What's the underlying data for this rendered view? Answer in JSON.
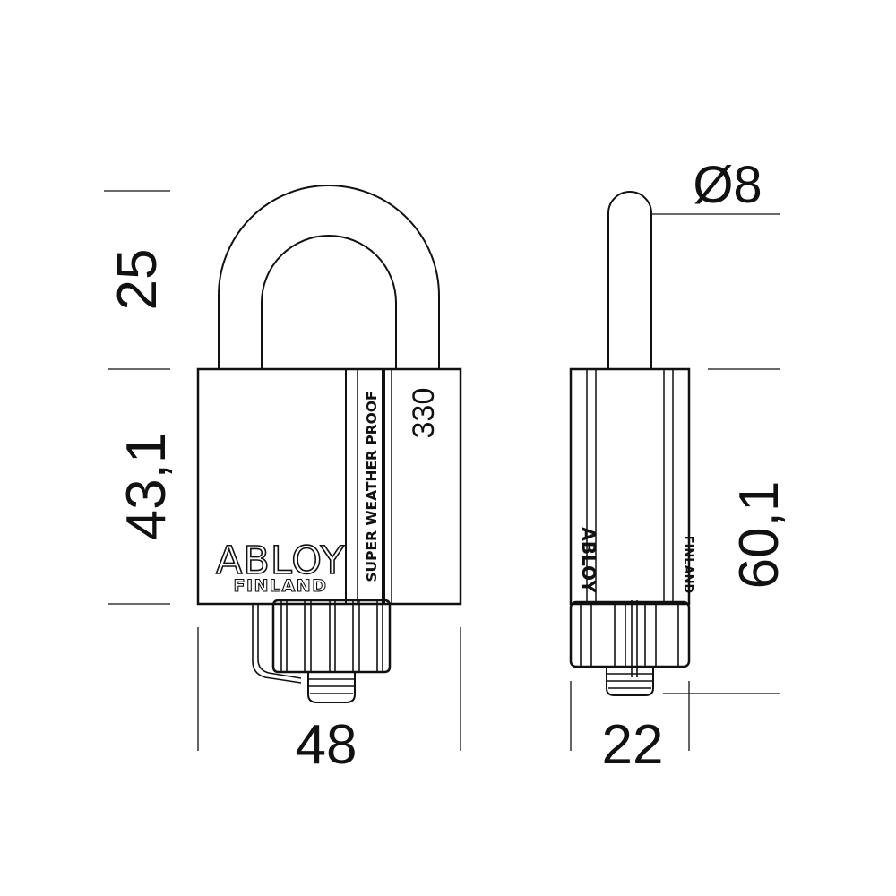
{
  "dimensions": {
    "shackle_height": "25",
    "body_height": "43,1",
    "body_width": "48",
    "shackle_diameter": "Ø8",
    "side_height": "60,1",
    "side_width": "22"
  },
  "lock": {
    "brand": "ABLOY",
    "origin": "FINLAND",
    "band_text": "SUPER WEATHER PROOF",
    "model": "330",
    "side_brand_top": "ABLOY",
    "side_brand_sub": "FINLAND"
  },
  "colors": {
    "line": "#111111",
    "background": "#ffffff"
  }
}
